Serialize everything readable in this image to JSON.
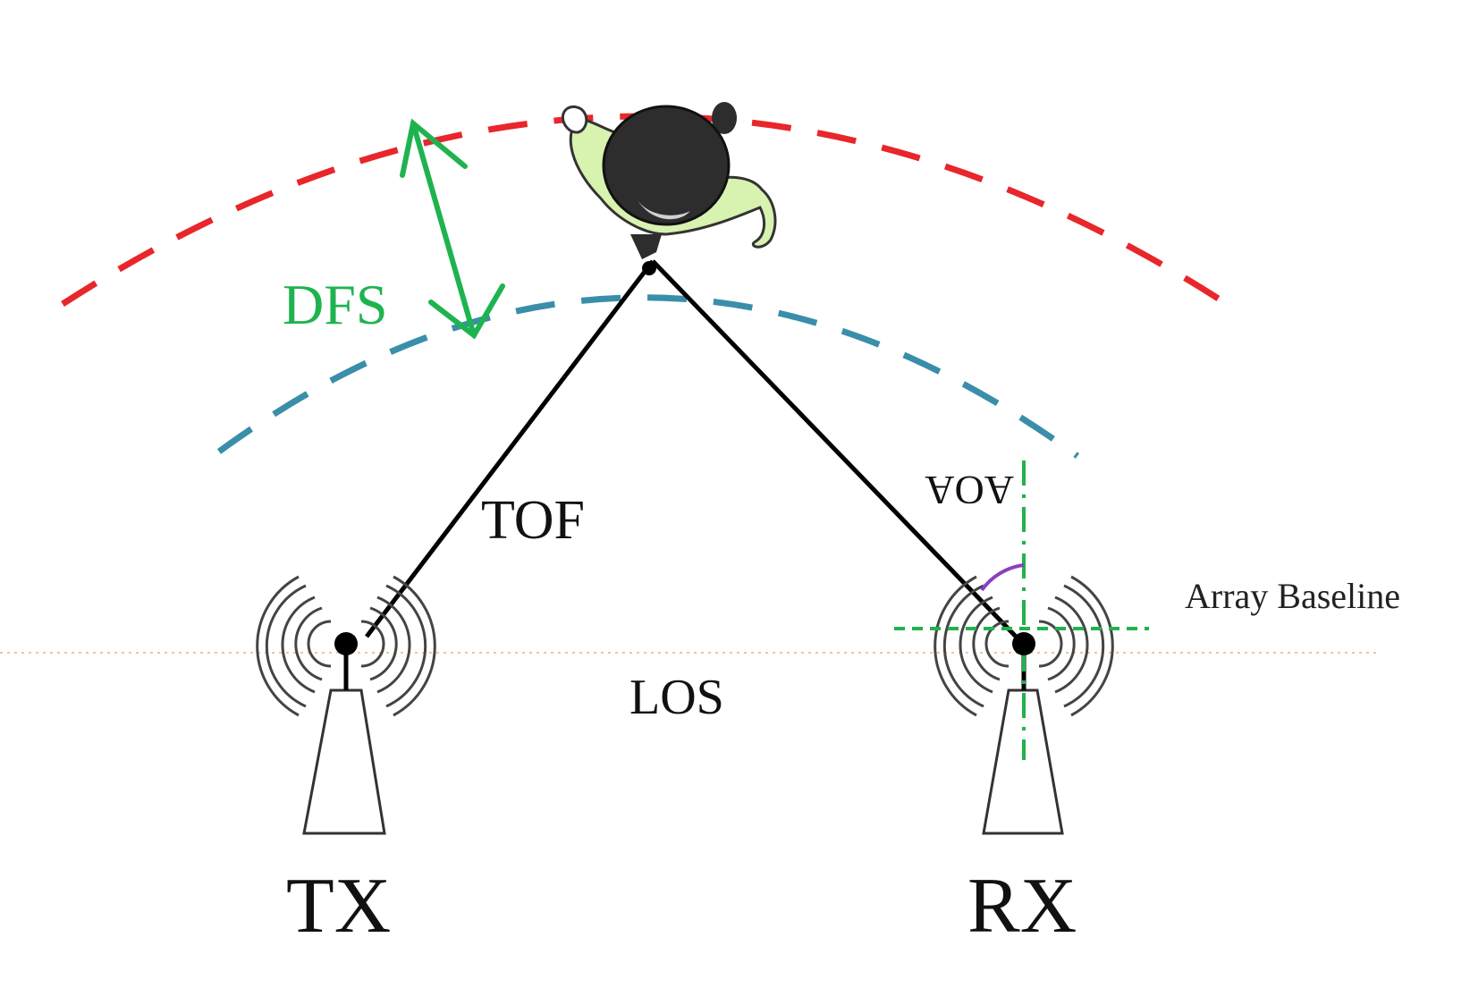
{
  "labels": {
    "dfs": "DFS",
    "tof": "TOF",
    "aoa": "AOA",
    "los": "LOS",
    "array_baseline": "Array Baseline",
    "tx": "TX",
    "rx": "RX"
  },
  "colors": {
    "outer_arc": "#e8262b",
    "inner_arc": "#3a8eaa",
    "dfs": "#1fb350",
    "aoa_guides": "#22b24c",
    "angle_arc": "#8a3fc0",
    "paths": "#000000",
    "los_line": "#f2c49a",
    "shirt": "#d8f2b0",
    "head": "#2d2d2d"
  },
  "icons": {
    "person": "person-top-view-icon",
    "tx_antenna": "antenna-tower-icon",
    "rx_antenna": "antenna-tower-icon"
  }
}
